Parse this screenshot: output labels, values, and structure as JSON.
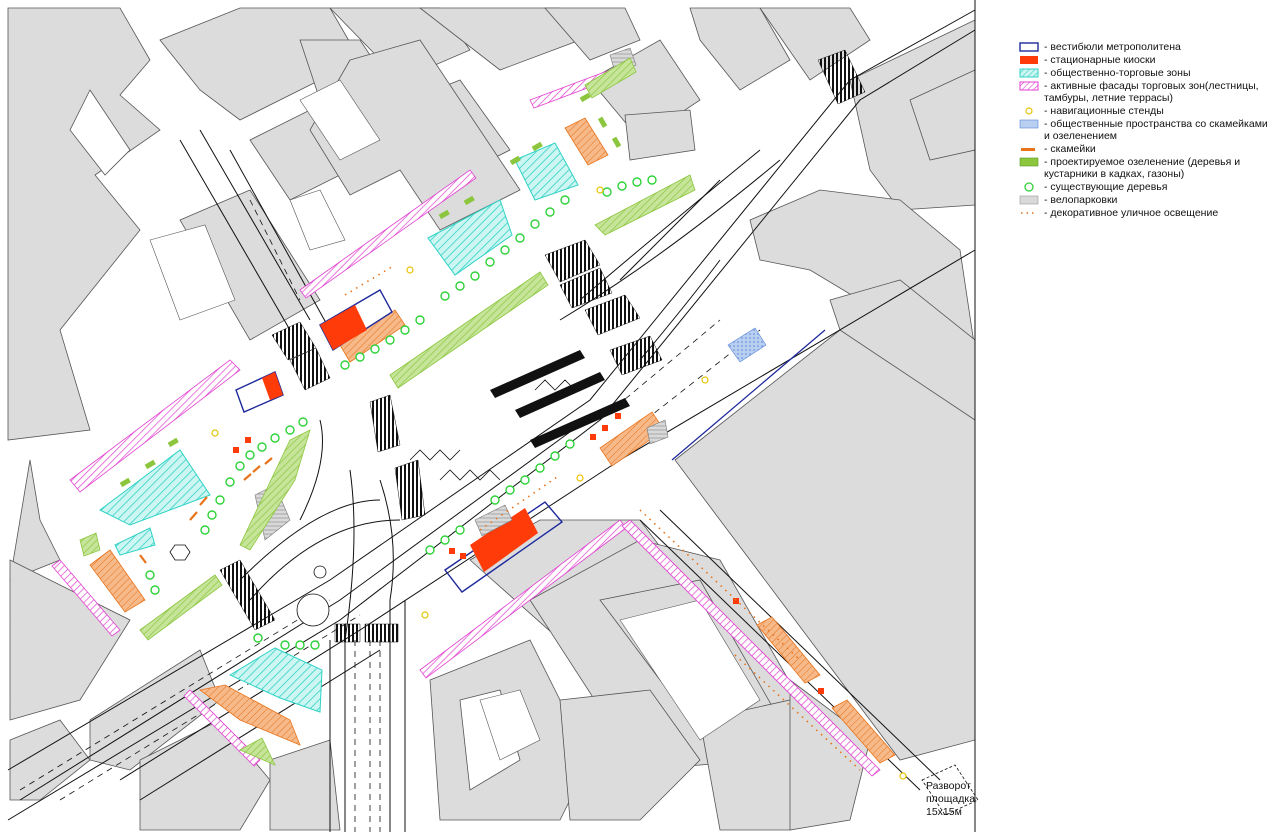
{
  "legend": {
    "items": [
      {
        "key": "metro_vestibules",
        "label": "- вестибюли метрополитена",
        "color": "#1e2a9c"
      },
      {
        "key": "stationary_kiosks",
        "label": "- стационарные киоски",
        "color": "#ff3b0a"
      },
      {
        "key": "public_commercial_zones",
        "label": "- общественно-торговые зоны",
        "color": "#2fd3c6"
      },
      {
        "key": "active_facades",
        "label": "- активные фасады торговых зон(лестницы, тамбуры, летние террасы)",
        "color": "#e23fd0"
      },
      {
        "key": "navigation_stands",
        "label": "- навигационные стенды",
        "color": "#e8c400"
      },
      {
        "key": "public_spaces",
        "label": "- общественные пространства со скамейками и озеленением",
        "color": "#7aa4e6"
      },
      {
        "key": "benches",
        "label": "- скамейки",
        "color": "#e8731a"
      },
      {
        "key": "planned_greenery",
        "label": "- проектируемое озеленение (деревья и кустарники в кадках, газоны)",
        "color": "#8cc63f"
      },
      {
        "key": "existing_trees",
        "label": "- существующие деревья",
        "color": "#2fd23a"
      },
      {
        "key": "bike_parking",
        "label": "- велопарковки",
        "color": "#b5b5b5"
      },
      {
        "key": "street_lighting",
        "label": "- декоративное уличное освещение",
        "color": "#e8731a"
      }
    ]
  },
  "map_labels": {
    "turnaround_line1": "Разворот",
    "turnaround_line2": "площадка",
    "turnaround_line3": "15х15м"
  }
}
